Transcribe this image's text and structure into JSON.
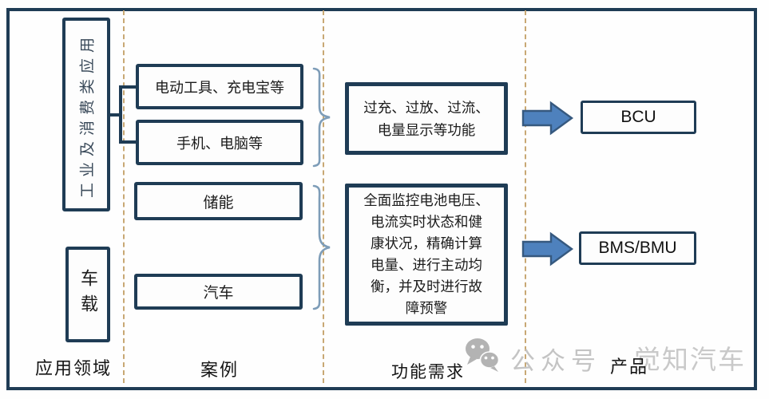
{
  "diagram": {
    "column_labels": {
      "application": "应用领域",
      "cases": "案例",
      "functions": "功能需求",
      "products": "产品"
    },
    "application_domains": {
      "industrial_consumer": "工业及消费类应用",
      "vehicle": "车载"
    },
    "cases": {
      "power_tools": "电动工具、充电宝等",
      "phones_computers": "手机、电脑等",
      "energy_storage": "储能",
      "automobile": "汽车"
    },
    "function_requirements": {
      "consumer": "过充、过放、过流、\n电量显示等功能",
      "vehicle": "全面监控电池电压、\n电流实时状态和健\n康状况，精确计算\n电量、进行主动均\n衡，并及时进行故\n障预警"
    },
    "products": {
      "bcu": "BCU",
      "bms": "BMS/BMU"
    }
  },
  "watermark": {
    "icon": "wechat-icon",
    "text1": "公众号",
    "text2": "觉知汽车"
  },
  "colors": {
    "border_navy": "#1f3c55",
    "dashed_tan": "#c8a874",
    "arrow_fill": "#4e81bd",
    "arrow_stroke": "#36597f",
    "brace_blue": "#7e9db8",
    "watermark_gray": "#c4c4c4"
  }
}
